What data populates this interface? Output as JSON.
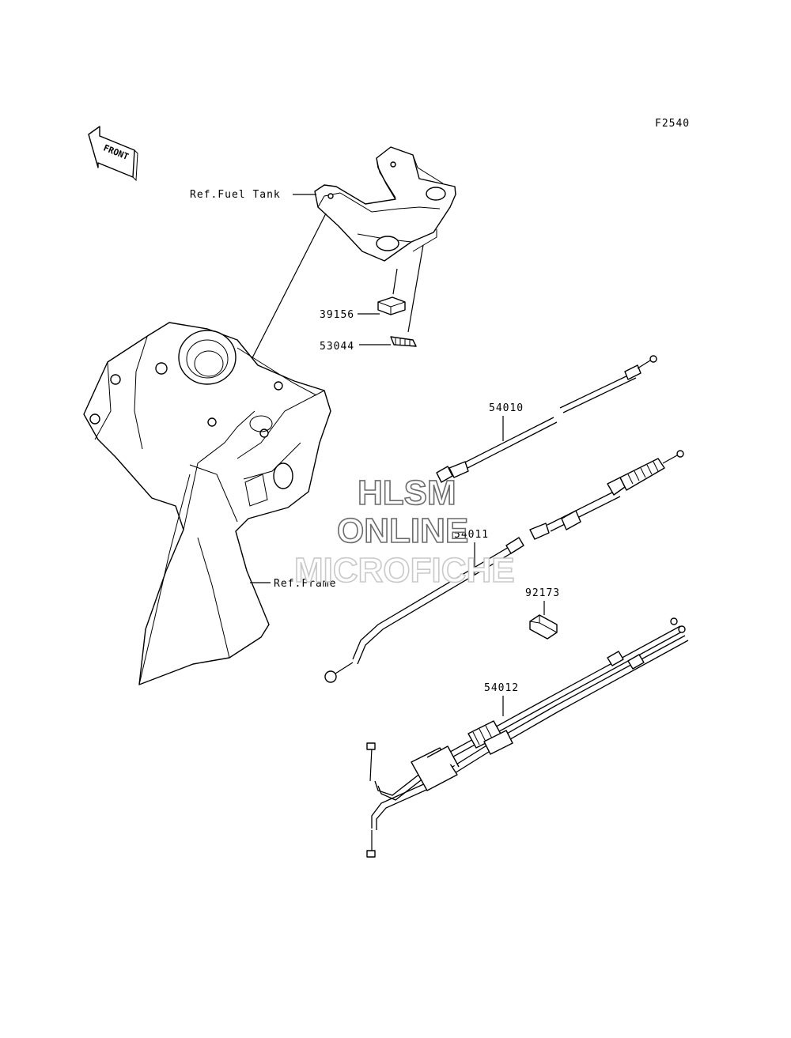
{
  "diagram_code": "F2540",
  "front_arrow": {
    "text": "FRONT",
    "icon": "front-arrow-icon"
  },
  "labels": {
    "fuel_tank": "Ref.Fuel Tank",
    "frame": "Ref.Frame",
    "part_39156": "39156",
    "part_53044": "53044",
    "part_54010": "54010",
    "part_54011": "54011",
    "part_92173": "92173",
    "part_54012": "54012"
  },
  "watermark": {
    "line1": "HLSM",
    "line2": "ONLINE",
    "line3": "MICROFICHE"
  }
}
